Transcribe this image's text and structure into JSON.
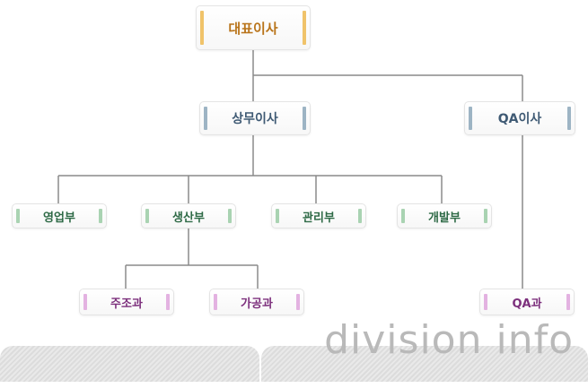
{
  "org_chart": {
    "ceo": "대표이사",
    "executives": {
      "managing": "상무이사",
      "qa": "QA이사"
    },
    "departments": {
      "sales": "영업부",
      "production": "생산부",
      "management": "관리부",
      "development": "개발부"
    },
    "teams": {
      "casting": "주조과",
      "machining": "가공과",
      "qa": "QA과"
    }
  },
  "footer": {
    "title": "division info"
  },
  "colors": {
    "ceo_accent": "#f0c36a",
    "executive_accent": "#9db4c4",
    "department_accent": "#a9d3b2",
    "team_accent": "#e3b2e1",
    "connector": "#8a8a8a"
  }
}
